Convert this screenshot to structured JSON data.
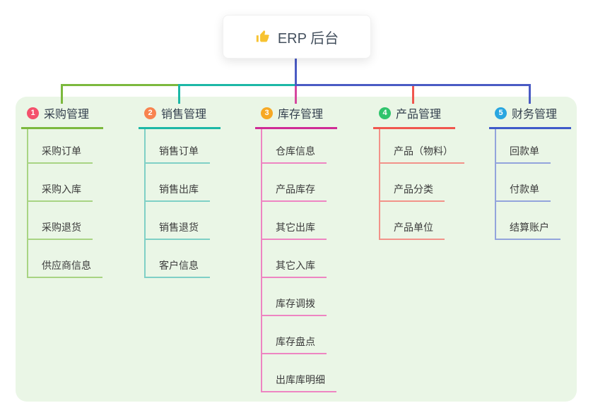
{
  "root": {
    "label": "ERP 后台",
    "icon": "thumbs-up-icon",
    "icon_color": "#f7c331",
    "connector_color": "#4a5bc4"
  },
  "canvas": {
    "background": "#ffffff",
    "panel_color": "#eaf6e6"
  },
  "branches": [
    {
      "index": "1",
      "label": "采购管理",
      "badge_color": "#f4516c",
      "line_color": "#7cb93e",
      "child_line_color": "#a8d483",
      "children": [
        "采购订单",
        "采购入库",
        "采购退货",
        "供应商信息"
      ]
    },
    {
      "index": "2",
      "label": "销售管理",
      "badge_color": "#f8834f",
      "line_color": "#1cb8a6",
      "child_line_color": "#7fd0c6",
      "children": [
        "销售订单",
        "销售出库",
        "销售退货",
        "客户信息"
      ]
    },
    {
      "index": "3",
      "label": "库存管理",
      "badge_color": "#f7a924",
      "line_color": "#cf2c96",
      "child_line_color": "#ee85c2",
      "children": [
        "仓库信息",
        "产品库存",
        "其它出库",
        "其它入库",
        "库存调拨",
        "库存盘点",
        "出库库明细"
      ]
    },
    {
      "index": "4",
      "label": "产品管理",
      "badge_color": "#2fc46c",
      "line_color": "#f0564e",
      "child_line_color": "#f29289",
      "children": [
        "产品（物料）",
        "产品分类",
        "产品单位"
      ]
    },
    {
      "index": "5",
      "label": "财务管理",
      "badge_color": "#29a6e0",
      "line_color": "#3f5ac9",
      "child_line_color": "#93a4dc",
      "children": [
        "回款单",
        "付款单",
        "结算账户"
      ]
    }
  ]
}
